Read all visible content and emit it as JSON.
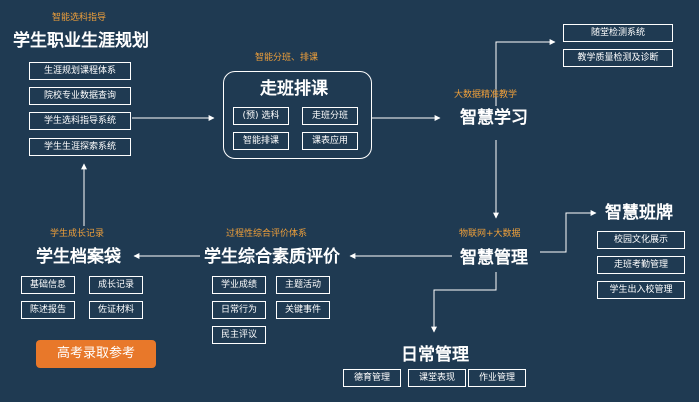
{
  "career": {
    "caption": "智能选科指导",
    "title": "学生职业生涯规划",
    "items": [
      "生涯规划课程体系",
      "院校专业数据查询",
      "学生选科指导系统",
      "学生生涯探索系统"
    ]
  },
  "scheduling": {
    "caption": "智能分班、排课",
    "title": "走班排课",
    "items": [
      "(预) 选科",
      "走班分班",
      "智能排课",
      "课表应用"
    ]
  },
  "learning": {
    "caption": "大数据精准教学",
    "title": "智慧学习",
    "items": [
      "随堂检测系统",
      "教学质量检测及诊断"
    ]
  },
  "classboard": {
    "title": "智慧班牌",
    "items": [
      "校园文化展示",
      "走班考勤管理",
      "学生出入校管理"
    ]
  },
  "management": {
    "caption": "物联网+大数据",
    "title": "智慧管理"
  },
  "daily": {
    "title": "日常管理",
    "items": [
      "德育管理",
      "课堂表现",
      "作业管理"
    ]
  },
  "evaluation": {
    "caption": "过程性综合评价体系",
    "title": "学生综合素质评价",
    "items": [
      "学业成绩",
      "主题活动",
      "日常行为",
      "关键事件",
      "民主评议"
    ]
  },
  "archive": {
    "caption": "学生成长记录",
    "title": "学生档案袋",
    "items": [
      "基础信息",
      "成长记录",
      "陈述报告",
      "佐证材料"
    ],
    "highlight": "高考录取参考"
  },
  "colors": {
    "background": "#1f3a52",
    "accent": "#f0a03a",
    "button": "#e8782a"
  }
}
